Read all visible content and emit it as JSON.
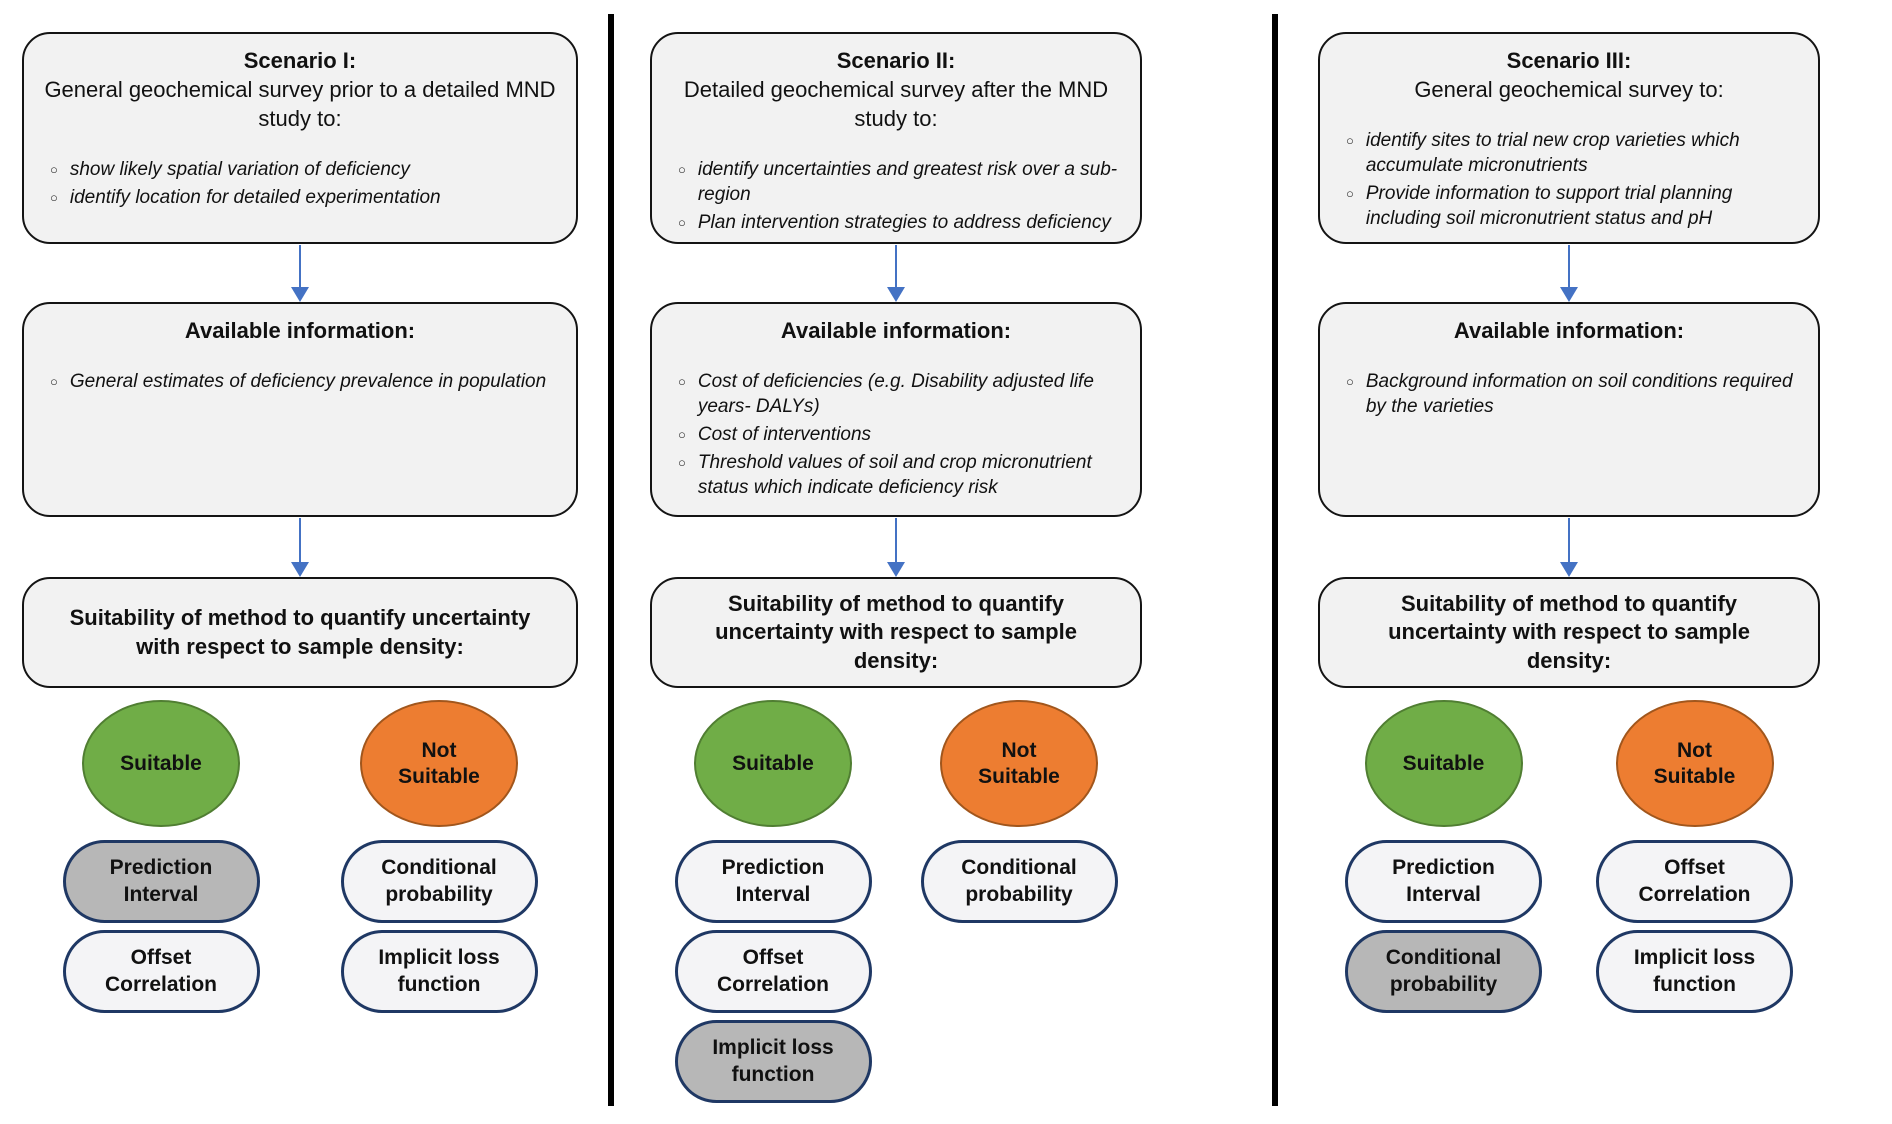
{
  "colors": {
    "box_fill": "#f2f2f2",
    "box_border": "#141414",
    "suitable_fill": "#70ad47",
    "suitable_border": "#507e32",
    "not_suitable_fill": "#ed7d31",
    "not_suitable_border": "#a1561c",
    "pill_border": "#1f3864",
    "pill_default_fill": "#f4f4f6",
    "pill_highlight_fill": "#b7b7b7",
    "arrow_color": "#4472c4",
    "divider_color": "#000000"
  },
  "columns": [
    {
      "scenario": {
        "title": "Scenario I:",
        "subtitle": "General geochemical survey prior to a detailed MND study to:",
        "bullets": [
          "show likely spatial variation of deficiency",
          "identify location for detailed experimentation"
        ]
      },
      "available": {
        "title": "Available information:",
        "bullets": [
          "General estimates of deficiency prevalence in population"
        ]
      },
      "suitability": {
        "title": "Suitability of method to quantify uncertainty with respect to sample density:"
      },
      "suitable": {
        "label": "Suitable",
        "methods": [
          {
            "label": "Prediction Interval",
            "variant": "highlighted"
          },
          {
            "label": "Offset Correlation",
            "variant": "default"
          }
        ]
      },
      "not_suitable": {
        "label": "Not Suitable",
        "methods": [
          {
            "label": "Conditional probability",
            "variant": "default"
          },
          {
            "label": "Implicit loss function",
            "variant": "default"
          }
        ]
      }
    },
    {
      "scenario": {
        "title": "Scenario II:",
        "subtitle": "Detailed geochemical survey after the MND study to:",
        "bullets": [
          "identify uncertainties and greatest risk over a sub-region",
          "Plan intervention strategies to address deficiency"
        ]
      },
      "available": {
        "title": "Available information:",
        "bullets": [
          "Cost of deficiencies (e.g. Disability adjusted life years- DALYs)",
          "Cost of interventions",
          "Threshold values of soil and crop micronutrient status which indicate deficiency risk"
        ]
      },
      "suitability": {
        "title": "Suitability of method to quantify uncertainty with respect to sample density:"
      },
      "suitable": {
        "label": "Suitable",
        "methods": [
          {
            "label": "Prediction Interval",
            "variant": "default"
          },
          {
            "label": "Offset Correlation",
            "variant": "default"
          },
          {
            "label": "Implicit loss function",
            "variant": "highlighted"
          }
        ]
      },
      "not_suitable": {
        "label": "Not Suitable",
        "methods": [
          {
            "label": "Conditional probability",
            "variant": "default"
          }
        ]
      }
    },
    {
      "scenario": {
        "title": "Scenario III:",
        "subtitle": "General geochemical survey to:",
        "bullets": [
          "identify sites to trial new crop varieties which accumulate micronutrients",
          "Provide information to support trial planning including soil micronutrient status and pH"
        ]
      },
      "available": {
        "title": "Available information:",
        "bullets": [
          "Background information on soil conditions required by the varieties"
        ]
      },
      "suitability": {
        "title": "Suitability of method to quantify uncertainty with respect to sample density:"
      },
      "suitable": {
        "label": "Suitable",
        "methods": [
          {
            "label": "Prediction Interval",
            "variant": "default"
          },
          {
            "label": "Conditional probability",
            "variant": "highlighted"
          }
        ]
      },
      "not_suitable": {
        "label": "Not Suitable",
        "methods": [
          {
            "label": "Offset Correlation",
            "variant": "default"
          },
          {
            "label": "Implicit loss function",
            "variant": "default"
          }
        ]
      }
    }
  ]
}
